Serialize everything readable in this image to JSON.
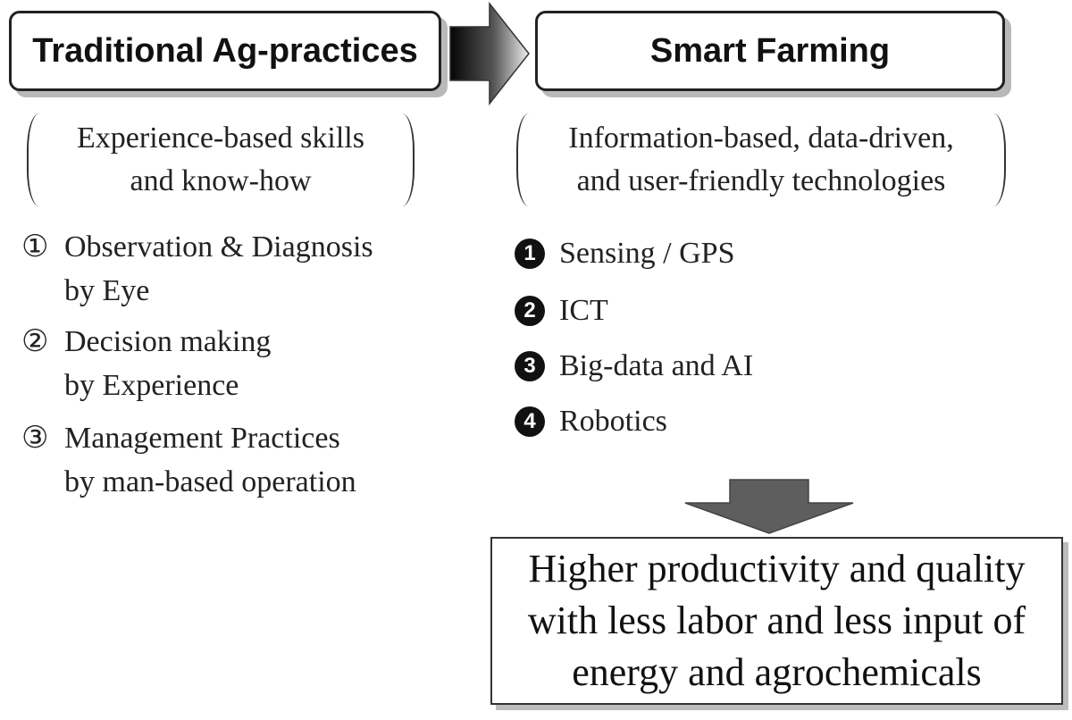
{
  "left": {
    "title": "Traditional Ag-practices",
    "bracket_lines": [
      "Experience-based skills",
      "and know-how"
    ],
    "items": [
      {
        "marker": "①",
        "line1": "Observation & Diagnosis",
        "line2": "by Eye"
      },
      {
        "marker": "②",
        "line1": "Decision making",
        "line2": "by Experience"
      },
      {
        "marker": "③",
        "line1": "Management Practices",
        "line2": "by man-based operation"
      }
    ]
  },
  "right": {
    "title": "Smart Farming",
    "bracket_lines": [
      "Information-based, data-driven,",
      "and user-friendly technologies"
    ],
    "features": [
      {
        "number": "1",
        "label": "Sensing / GPS"
      },
      {
        "number": "2",
        "label": "ICT"
      },
      {
        "number": "3",
        "label": "Big-data and AI"
      },
      {
        "number": "4",
        "label": "Robotics"
      }
    ]
  },
  "result": {
    "lines": [
      "Higher productivity and quality",
      "with less labor and less input of",
      "energy and agrochemicals"
    ]
  }
}
